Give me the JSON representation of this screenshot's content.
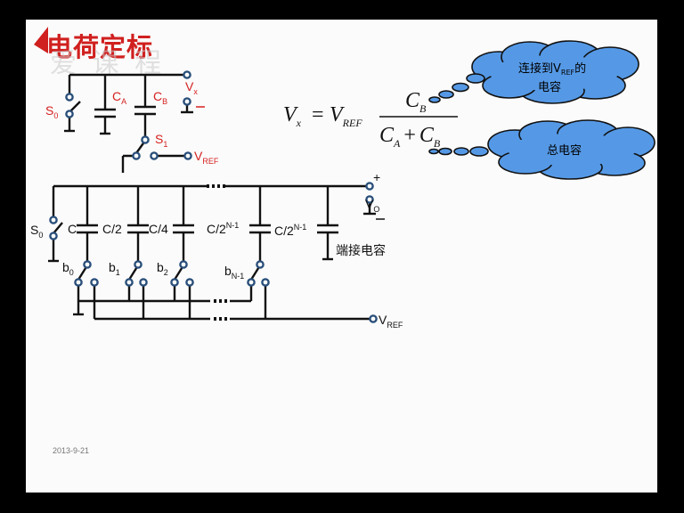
{
  "slide": {
    "title": "电荷定标",
    "watermark": "爱 课 程",
    "date": "2013-9-21"
  },
  "upper_circuit": {
    "s0_main": "S",
    "s0_sub": "0",
    "ca_main": "C",
    "ca_sub": "A",
    "cb_main": "C",
    "cb_sub": "B",
    "vx_main": "V",
    "vx_sub": "x",
    "s1_main": "S",
    "s1_sub": "1",
    "vref_main": "V",
    "vref_sub": "REF"
  },
  "formula": {
    "lhs_main": "V",
    "lhs_sub": "x",
    "eq": "=",
    "ref_main": "V",
    "ref_sub": "REF",
    "num_main": "C",
    "num_sub": "B",
    "den_a_main": "C",
    "den_a_sub": "A",
    "plus": "+",
    "den_b_main": "C",
    "den_b_sub": "B"
  },
  "clouds": {
    "top_line1_prefix": "连接到V",
    "top_line1_sub": "REF",
    "top_line1_suffix": "的",
    "top_line2": "电容",
    "bottom": "总电容"
  },
  "lower_circuit": {
    "plus": "+",
    "vo_main": "V",
    "vo_sub": "O",
    "s0_main": "S",
    "s0_sub": "0",
    "cap_c": "C",
    "cap_c2": "C/2",
    "cap_c4": "C/4",
    "cap_cn1_main": "C/2",
    "cap_cn1_sup": "N-1",
    "cap_cn2_main": "C/2",
    "cap_cn2_sup": "N-1",
    "term_cap_label": "端接电容",
    "b0_main": "b",
    "b0_sub": "0",
    "b1_main": "b",
    "b1_sub": "1",
    "b2_main": "b",
    "b2_sub": "2",
    "bn_main": "b",
    "bn_sub": "N-1",
    "dots": "……",
    "vref_main": "V",
    "vref_sub": "REF"
  },
  "colors": {
    "title": "#d0201f",
    "cloud_fill": "#5599e6",
    "node": "#2a4f7a",
    "wire": "#111111"
  }
}
